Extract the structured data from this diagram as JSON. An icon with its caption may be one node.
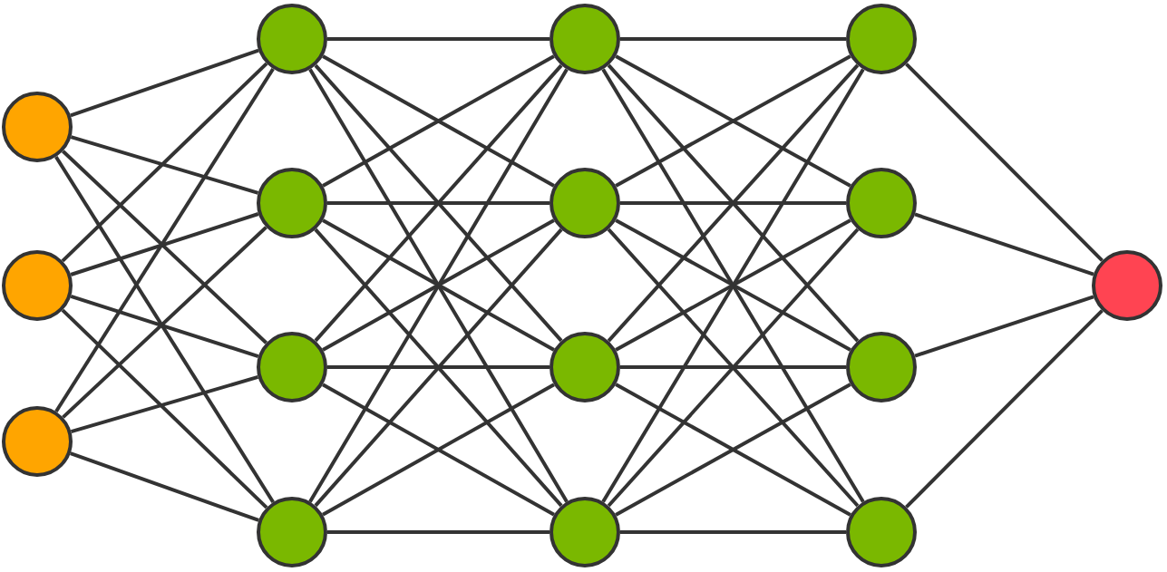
{
  "diagram": {
    "nodes": [
      {
        "text": [],
        "shape": "circle"
      },
      {
        "text": [],
        "shape": "circle"
      },
      {
        "text": [],
        "shape": "circle"
      },
      {
        "text": [],
        "shape": "circle"
      },
      {
        "text": [],
        "shape": "circle"
      },
      {
        "text": [],
        "shape": "circle"
      },
      {
        "text": [],
        "shape": "circle"
      },
      {
        "text": [],
        "shape": "circle"
      },
      {
        "text": [],
        "shape": "circle"
      },
      {
        "text": [],
        "shape": "circle"
      },
      {
        "text": [],
        "shape": "circle"
      },
      {
        "text": [],
        "shape": "circle"
      },
      {
        "text": [],
        "shape": "circle"
      },
      {
        "text": [],
        "shape": "circle"
      },
      {
        "text": [],
        "shape": "circle"
      },
      {
        "text": [],
        "shape": "circle"
      }
    ],
    "edges": [
      {
        "from": 0,
        "to": 3,
        "arrow": "none"
      },
      {
        "from": 0,
        "to": 4,
        "arrow": "none"
      },
      {
        "from": 0,
        "to": 5,
        "arrow": "none"
      },
      {
        "from": 0,
        "to": 6,
        "arrow": "none"
      },
      {
        "from": 1,
        "to": 3,
        "arrow": "none"
      },
      {
        "from": 1,
        "to": 4,
        "arrow": "none"
      },
      {
        "from": 1,
        "to": 5,
        "arrow": "none"
      },
      {
        "from": 1,
        "to": 6,
        "arrow": "none"
      },
      {
        "from": 2,
        "to": 3,
        "arrow": "none"
      },
      {
        "from": 2,
        "to": 4,
        "arrow": "none"
      },
      {
        "from": 2,
        "to": 5,
        "arrow": "none"
      },
      {
        "from": 2,
        "to": 6,
        "arrow": "none"
      },
      {
        "from": 3,
        "to": 7,
        "arrow": "none"
      },
      {
        "from": 3,
        "to": 8,
        "arrow": "none"
      },
      {
        "from": 3,
        "to": 9,
        "arrow": "none"
      },
      {
        "from": 3,
        "to": 10,
        "arrow": "none"
      },
      {
        "from": 4,
        "to": 7,
        "arrow": "none"
      },
      {
        "from": 4,
        "to": 8,
        "arrow": "none"
      },
      {
        "from": 4,
        "to": 9,
        "arrow": "none"
      },
      {
        "from": 4,
        "to": 10,
        "arrow": "none"
      },
      {
        "from": 5,
        "to": 7,
        "arrow": "none"
      },
      {
        "from": 5,
        "to": 8,
        "arrow": "none"
      },
      {
        "from": 5,
        "to": 9,
        "arrow": "none"
      },
      {
        "from": 5,
        "to": 10,
        "arrow": "none"
      },
      {
        "from": 6,
        "to": 7,
        "arrow": "none"
      },
      {
        "from": 6,
        "to": 8,
        "arrow": "none"
      },
      {
        "from": 6,
        "to": 9,
        "arrow": "none"
      },
      {
        "from": 6,
        "to": 10,
        "arrow": "none"
      },
      {
        "from": 7,
        "to": 11,
        "arrow": "none"
      },
      {
        "from": 7,
        "to": 12,
        "arrow": "none"
      },
      {
        "from": 7,
        "to": 13,
        "arrow": "none"
      },
      {
        "from": 7,
        "to": 14,
        "arrow": "none"
      },
      {
        "from": 8,
        "to": 11,
        "arrow": "none"
      },
      {
        "from": 8,
        "to": 12,
        "arrow": "none"
      },
      {
        "from": 8,
        "to": 13,
        "arrow": "none"
      },
      {
        "from": 8,
        "to": 14,
        "arrow": "none"
      },
      {
        "from": 9,
        "to": 11,
        "arrow": "none"
      },
      {
        "from": 9,
        "to": 12,
        "arrow": "none"
      },
      {
        "from": 9,
        "to": 13,
        "arrow": "none"
      },
      {
        "from": 9,
        "to": 14,
        "arrow": "none"
      },
      {
        "from": 10,
        "to": 11,
        "arrow": "none"
      },
      {
        "from": 10,
        "to": 12,
        "arrow": "none"
      },
      {
        "from": 10,
        "to": 13,
        "arrow": "none"
      },
      {
        "from": 10,
        "to": 14,
        "arrow": "none"
      },
      {
        "from": 11,
        "to": 15,
        "arrow": "none"
      },
      {
        "from": 12,
        "to": 15,
        "arrow": "none"
      },
      {
        "from": 13,
        "to": 15,
        "arrow": "none"
      },
      {
        "from": 14,
        "to": 15,
        "arrow": "none"
      }
    ]
  }
}
